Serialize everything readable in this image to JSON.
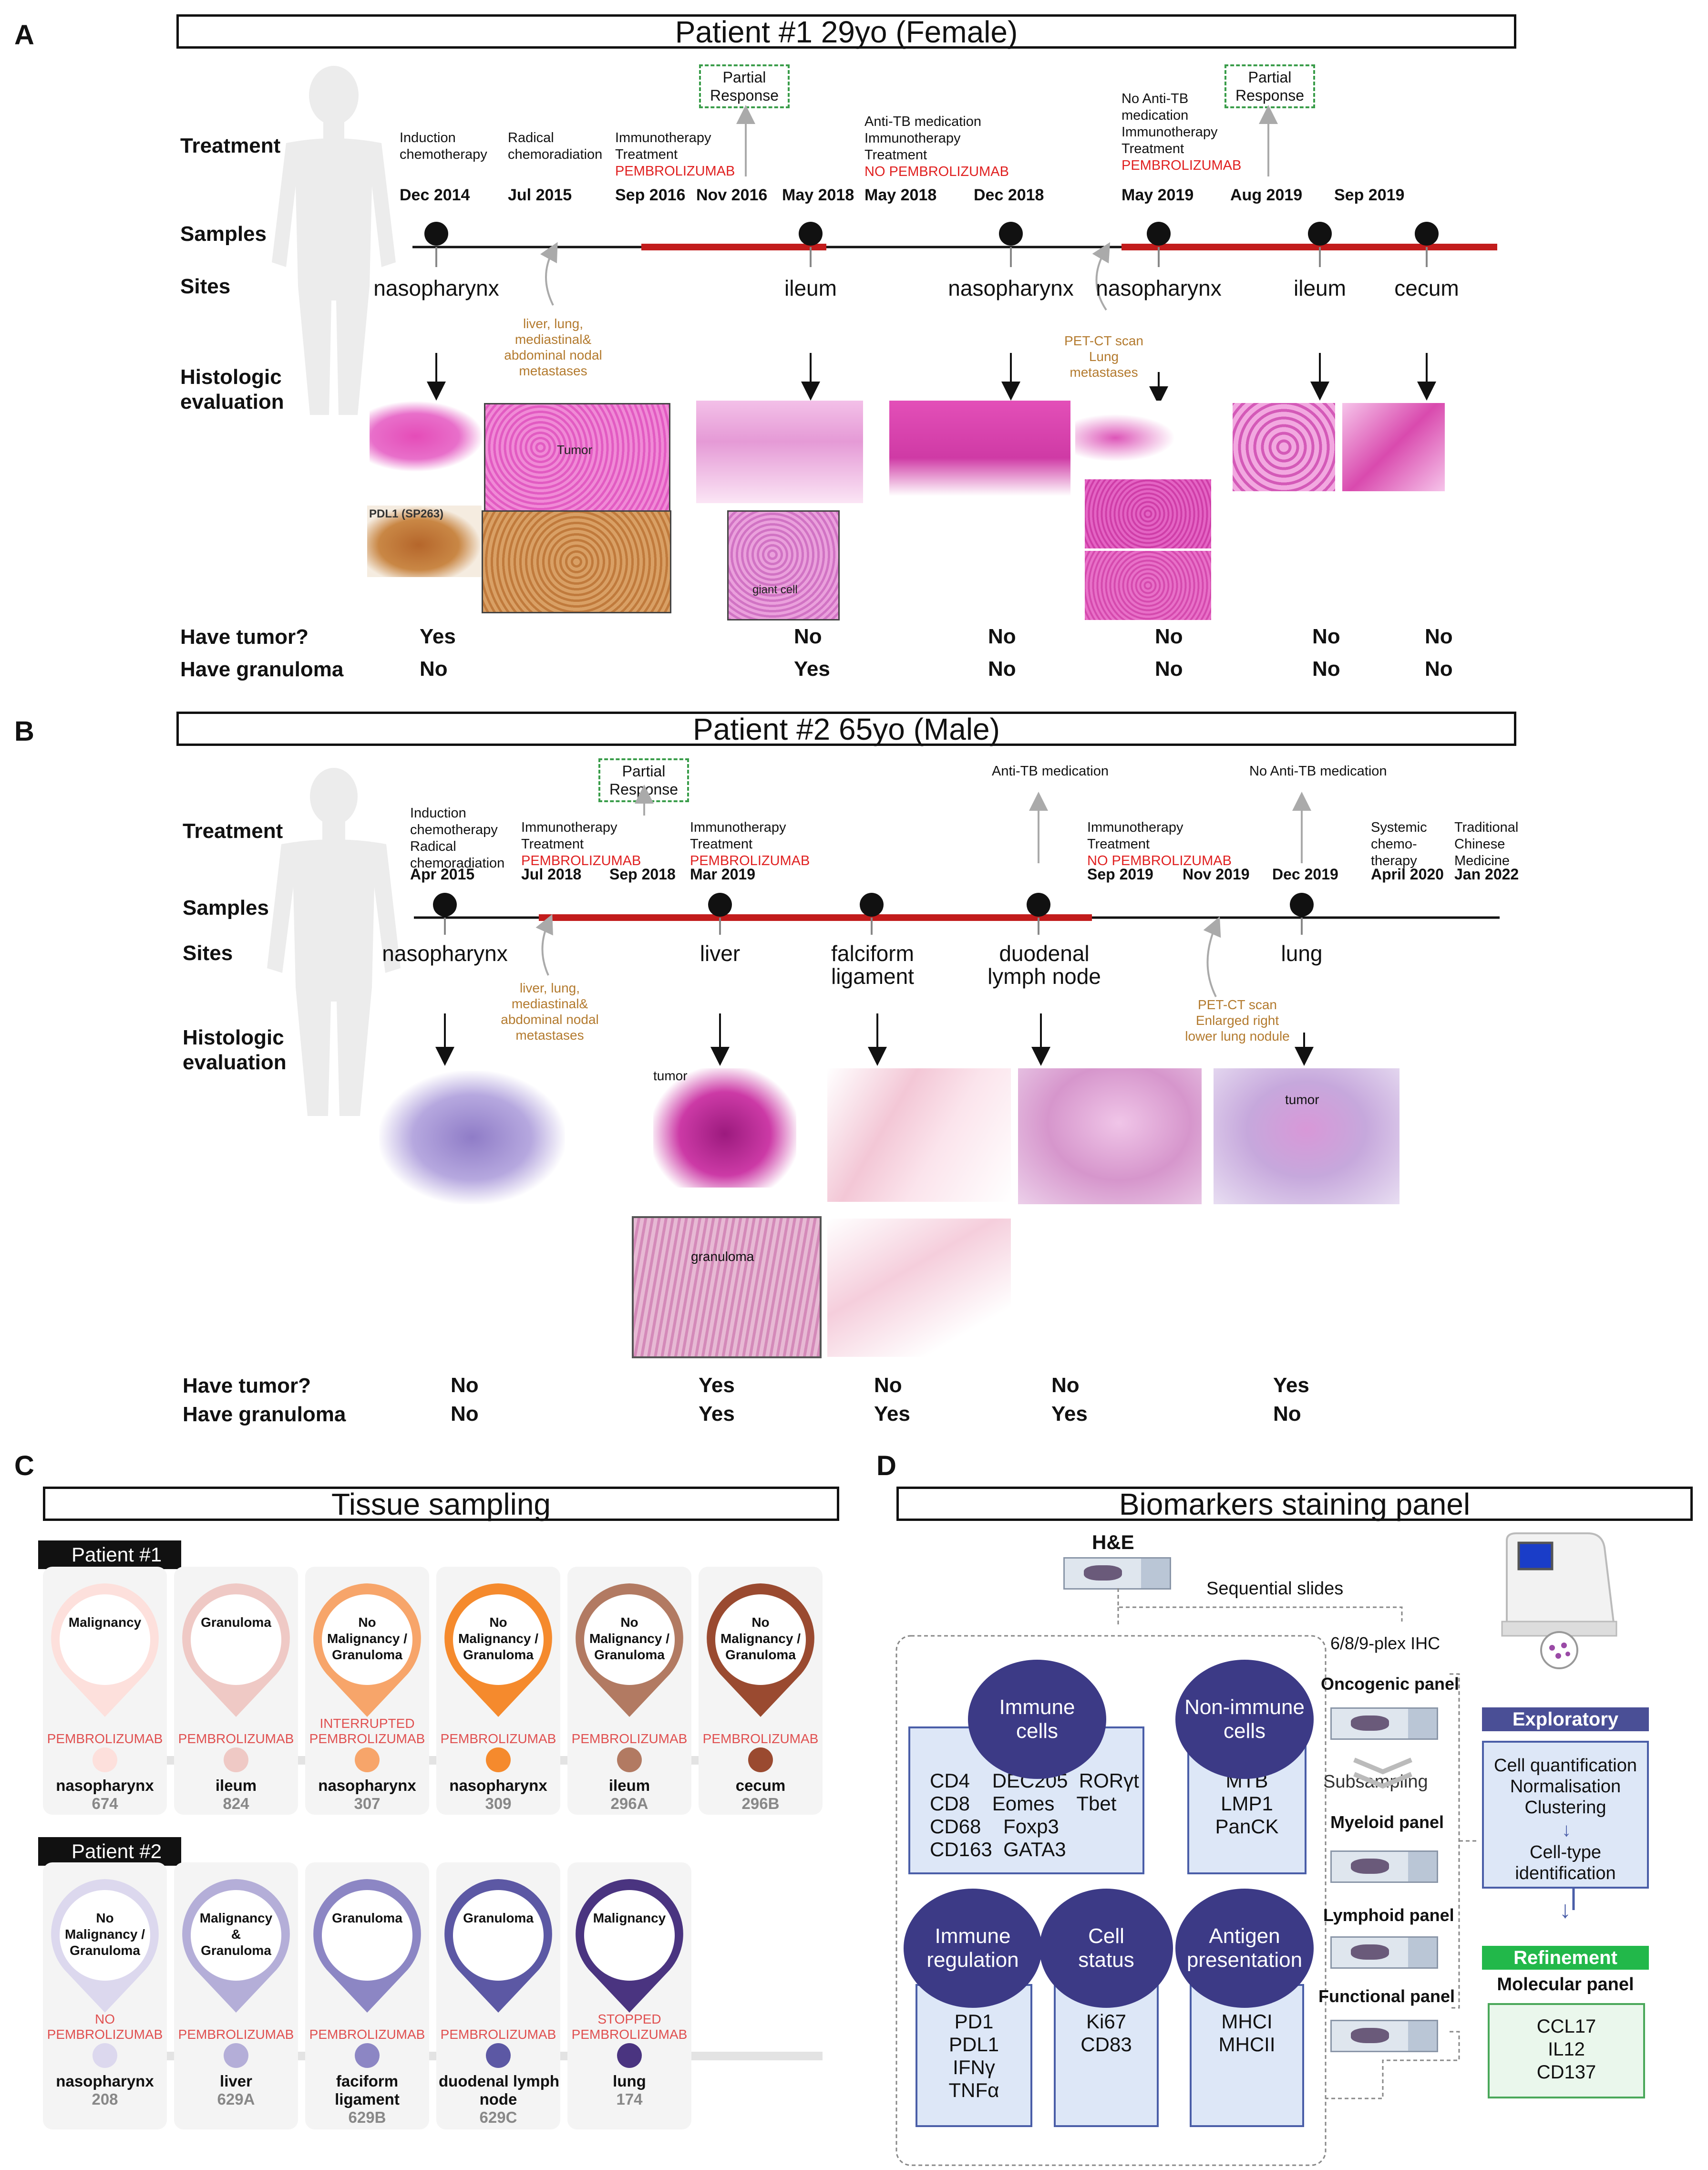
{
  "panels": {
    "A": {
      "letter": "A",
      "title": "Patient #1 29yo (Female)",
      "row_labels": {
        "treatment": "Treatment",
        "samples": "Samples",
        "sites": "Sites",
        "histo": "Histologic\nevaluation",
        "tumor": "Have tumor?",
        "granuloma": "Have granuloma"
      },
      "treatments": [
        {
          "text": "Induction\nchemotherapy"
        },
        {
          "text": "Radical\nchemoradiation"
        },
        {
          "text": "Immunotherapy\nTreatment",
          "red": "PEMBROLIZUMAB"
        },
        {
          "text": "Anti-TB medication\nImmunotherapy\nTreatment",
          "red": "NO PEMBROLIZUMAB"
        },
        {
          "text": "No Anti-TB\nmedication\nImmunotherapy\nTreatment",
          "red": "PEMBROLIZUMAB"
        }
      ],
      "responses": [
        "Partial\nResponse",
        "Partial\nResponse"
      ],
      "dates": [
        "Dec 2014",
        "Jul 2015",
        "Sep 2016",
        "Nov 2016",
        "May 2018",
        "May 2018",
        "Dec 2018",
        "May 2019",
        "Aug 2019",
        "Sep 2019"
      ],
      "sites": [
        "nasopharynx",
        "ileum",
        "nasopharynx",
        "nasopharynx",
        "ileum",
        "cecum"
      ],
      "orange_notes": [
        "liver, lung,\nmediastinal&\nabdominal nodal\nmetastases",
        "PET-CT scan\nLung\nmetastases"
      ],
      "image_labels": {
        "pdl1": "PDL1 (SP263)",
        "tumor": "Tumor",
        "giant": "giant cell"
      },
      "tumor": [
        "Yes",
        "No",
        "No",
        "No",
        "No",
        "No"
      ],
      "granuloma": [
        "No",
        "Yes",
        "No",
        "No",
        "No",
        "No"
      ]
    },
    "B": {
      "letter": "B",
      "title": "Patient #2 65yo (Male)",
      "row_labels": {
        "treatment": "Treatment",
        "samples": "Samples",
        "sites": "Sites",
        "histo": "Histologic\nevaluation",
        "tumor": "Have tumor?",
        "granuloma": "Have granuloma"
      },
      "treatments": [
        {
          "text": "Induction\nchemotherapy\nRadical\nchemoradiation"
        },
        {
          "text": "Immunotherapy\nTreatment",
          "red": "PEMBROLIZUMAB"
        },
        {
          "text": "Immunotherapy\nTreatment",
          "red": "PEMBROLIZUMAB"
        },
        {
          "text": "Anti-TB medication"
        },
        {
          "text": "Immunotherapy\nTreatment",
          "red": "NO PEMBROLIZUMAB"
        },
        {
          "text": "No Anti-TB medication"
        },
        {
          "text": "Systemic\nchemo-\ntherapy"
        },
        {
          "text": "Traditional\nChinese\nMedicine"
        }
      ],
      "responses": [
        "Partial\nResponse"
      ],
      "dates": [
        "Apr 2015",
        "Jul 2018",
        "Sep 2018",
        "Mar 2019",
        "Sep 2019",
        "Nov 2019",
        "Dec 2019",
        "April 2020",
        "Jan 2022"
      ],
      "sites": [
        "nasopharynx",
        "liver",
        "falciform\nligament",
        "duodenal\nlymph node",
        "lung"
      ],
      "orange_notes": [
        "liver, lung,\nmediastinal&\nabdominal nodal\nmetastases",
        "PET-CT scan\nEnlarged right\nlower lung nodule"
      ],
      "image_labels": {
        "tumor1": "tumor",
        "granuloma": "granuloma",
        "tumor2": "tumor"
      },
      "tumor": [
        "No",
        "Yes",
        "No",
        "No",
        "Yes"
      ],
      "granuloma": [
        "No",
        "Yes",
        "Yes",
        "Yes",
        "No"
      ]
    },
    "C": {
      "letter": "C",
      "title": "Tissue sampling",
      "patient1": {
        "tag": "Patient #1",
        "pins": [
          {
            "label": "Malignancy",
            "drug": "PEMBROLIZUMAB",
            "site": "nasopharynx",
            "id": "674",
            "color": "#fde0dc"
          },
          {
            "label": "Granuloma",
            "drug": "PEMBROLIZUMAB",
            "site": "ileum",
            "id": "824",
            "color": "#efc9c5"
          },
          {
            "label": "No\nMalignancy /\nGranuloma",
            "drug": "INTERRUPTED\nPEMBROLIZUMAB",
            "site": "nasopharynx",
            "id": "307",
            "color": "#f7a56a"
          },
          {
            "label": "No\nMalignancy /\nGranuloma",
            "drug": "PEMBROLIZUMAB",
            "site": "nasopharynx",
            "id": "309",
            "color": "#f58a2d"
          },
          {
            "label": "No\nMalignancy /\nGranuloma",
            "drug": "PEMBROLIZUMAB",
            "site": "ileum",
            "id": "296A",
            "color": "#b27a62"
          },
          {
            "label": "No\nMalignancy /\nGranuloma",
            "drug": "PEMBROLIZUMAB",
            "site": "cecum",
            "id": "296B",
            "color": "#9a4a30"
          }
        ]
      },
      "patient2": {
        "tag": "Patient #2",
        "pins": [
          {
            "label": "No\nMalignancy /\nGranuloma",
            "drug": "NO\nPEMBROLIZUMAB",
            "site": "nasopharynx",
            "id": "208",
            "color": "#dcd8ee"
          },
          {
            "label": "Malignancy\n&\nGranuloma",
            "drug": "PEMBROLIZUMAB",
            "site": "liver",
            "id": "629A",
            "color": "#b4aed8"
          },
          {
            "label": "Granuloma",
            "drug": "PEMBROLIZUMAB",
            "site": "faciform\nligament",
            "id": "629B",
            "color": "#8c86c4"
          },
          {
            "label": "Granuloma",
            "drug": "PEMBROLIZUMAB",
            "site": "duodenal lymph\nnode",
            "id": "629C",
            "color": "#5c58a4"
          },
          {
            "label": "Malignancy",
            "drug": "STOPPED\nPEMBROLIZUMAB",
            "site": "lung",
            "id": "174",
            "color": "#4a3480"
          }
        ]
      }
    },
    "D": {
      "letter": "D",
      "title": "Biomarkers staining panel",
      "he": "H&E",
      "sequential": "Sequential slides",
      "plex": "6/8/9-plex IHC",
      "panels": [
        "Oncogenic panel",
        "Myeloid panel",
        "Lymphoid panel",
        "Functional panel"
      ],
      "subsampling": "Subsampling",
      "groups": [
        {
          "title": "Immune\ncells",
          "markers": "CD4    DEC205  RORγt\nCD8    Eomes    Tbet\nCD68    Foxp3\nCD163  GATA3"
        },
        {
          "title": "Non-immune\ncells",
          "markers": "MTB\nLMP1\nPanCK"
        },
        {
          "title": "Immune\nregulation",
          "markers": "PD1\nPDL1\nIFNγ\nTNFα"
        },
        {
          "title": "Cell\nstatus",
          "markers": "Ki67\nCD83"
        },
        {
          "title": "Antigen\npresentation",
          "markers": "MHCI\nMHCII"
        }
      ],
      "exploratory": "Exploratory",
      "exploratory_steps": "Cell quantification\nNormalisation\nClustering",
      "celltype": "Cell-type\nidentification",
      "refinement": "Refinement",
      "molecular": "Molecular panel",
      "molecular_markers": "CCL17\nIL12\nCD137"
    }
  }
}
